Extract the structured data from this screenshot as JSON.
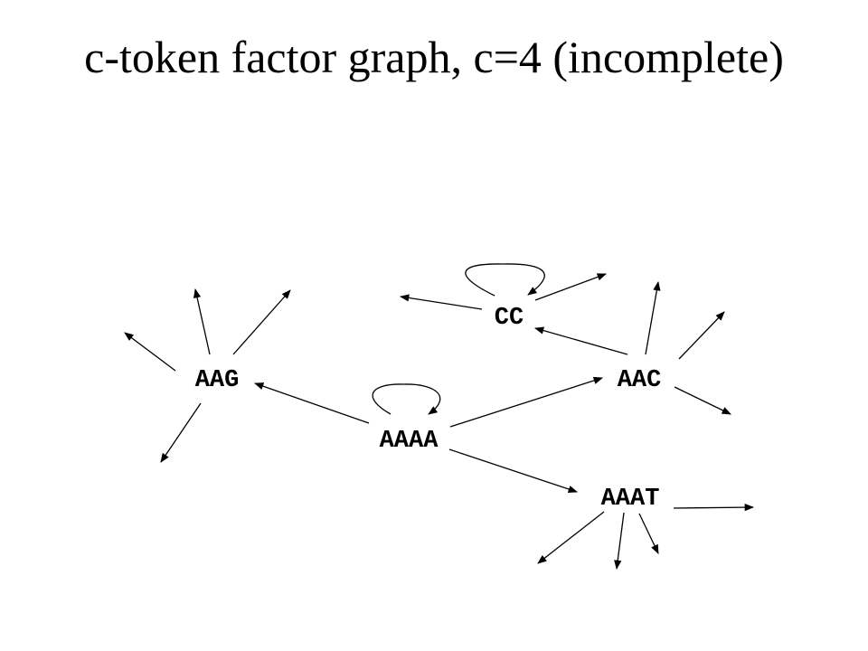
{
  "title": "c-token factor graph, c=4 (incomplete)",
  "nodes": {
    "aaaa": "AAAA",
    "aag": "AAG",
    "aac": "AAC",
    "cc": "CC",
    "aaat": "AAAT"
  }
}
